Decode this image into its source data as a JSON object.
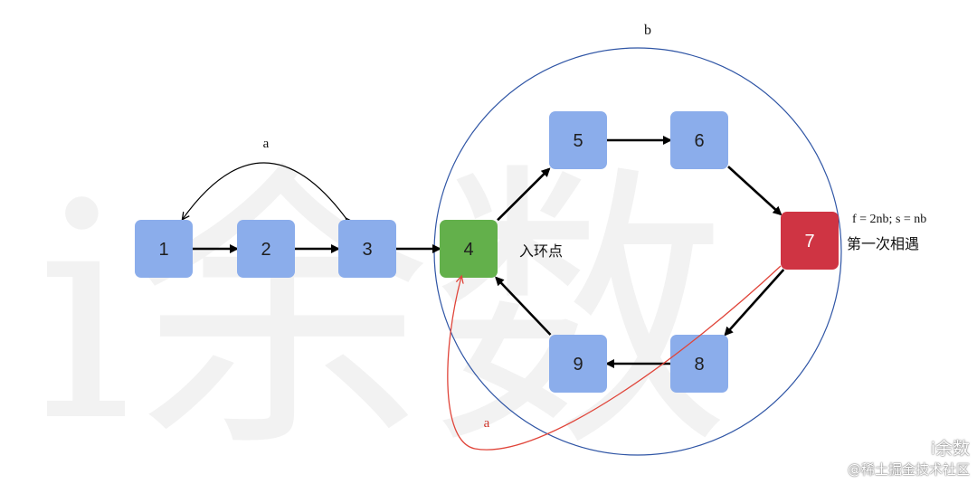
{
  "nodes": [
    {
      "id": "n1",
      "label": "1",
      "color": "#8badeb"
    },
    {
      "id": "n2",
      "label": "2",
      "color": "#8badeb"
    },
    {
      "id": "n3",
      "label": "3",
      "color": "#8badeb"
    },
    {
      "id": "n4",
      "label": "4",
      "color": "#63b04b"
    },
    {
      "id": "n5",
      "label": "5",
      "color": "#8badeb"
    },
    {
      "id": "n6",
      "label": "6",
      "color": "#8badeb"
    },
    {
      "id": "n7",
      "label": "7",
      "color": "#cf3443"
    },
    {
      "id": "n8",
      "label": "8",
      "color": "#8badeb"
    },
    {
      "id": "n9",
      "label": "9",
      "color": "#8badeb"
    }
  ],
  "edges": [
    [
      "n1",
      "n2"
    ],
    [
      "n2",
      "n3"
    ],
    [
      "n3",
      "n4"
    ],
    [
      "n4",
      "n5"
    ],
    [
      "n5",
      "n6"
    ],
    [
      "n6",
      "n7"
    ],
    [
      "n7",
      "n8"
    ],
    [
      "n8",
      "n9"
    ],
    [
      "n9",
      "n4"
    ]
  ],
  "labels": {
    "arc_top": "a",
    "arc_bottom": "a",
    "cycle": "b",
    "entry_point": "入环点",
    "meeting_formula": "f = 2nb;  s = nb",
    "first_meeting": "第一次相遇"
  },
  "colors": {
    "blue_node": "#8badeb",
    "entry_node": "#63b04b",
    "meet_node": "#cf3443",
    "cycle_circle": "#2f55a5",
    "red_arc": "#e0453a",
    "edge": "#000000"
  },
  "watermark": {
    "big_text": "i余数",
    "brand": "i余数",
    "site": "@稀土掘金技术社区"
  }
}
